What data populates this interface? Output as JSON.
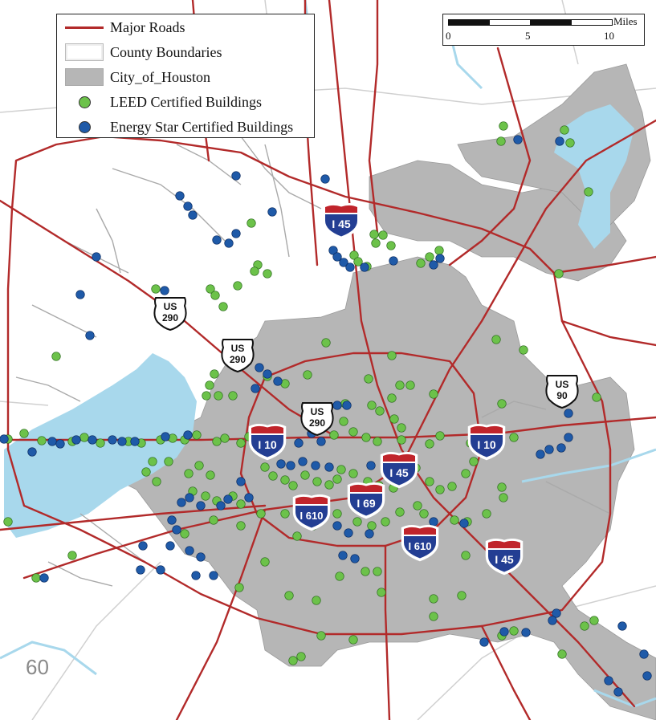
{
  "legend": {
    "roads_label": "Major Roads",
    "county_label": "County Boundaries",
    "city_label": "City_of_Houston",
    "leed_label": "LEED Certified Buildings",
    "energy_label": "Energy Star Certified Buildings"
  },
  "scale": {
    "unit": "Miles",
    "ticks": [
      "0",
      "5",
      "10"
    ]
  },
  "shields": {
    "i45_north": {
      "prefix": "I",
      "number": "45"
    },
    "i45_central": {
      "prefix": "I",
      "number": "45"
    },
    "i45_south": {
      "prefix": "I",
      "number": "45"
    },
    "i10_west": {
      "prefix": "I",
      "number": "10"
    },
    "i10_east": {
      "prefix": "I",
      "number": "10"
    },
    "i69": {
      "prefix": "I",
      "number": "69"
    },
    "i610_west": {
      "prefix": "I",
      "number": "610"
    },
    "i610_south": {
      "prefix": "I",
      "number": "610"
    },
    "us290_a": {
      "prefix": "US",
      "number": "290"
    },
    "us290_b": {
      "prefix": "US",
      "number": "290"
    },
    "us290_c": {
      "prefix": "US",
      "number": "290"
    },
    "us90": {
      "prefix": "US",
      "number": "90"
    }
  },
  "page_number": "60",
  "colors": {
    "road": "#b22a2a",
    "city": "#b6b6b6",
    "water": "#a8d8ec",
    "leed": "#6cc24a",
    "energy_star": "#1f5aa8",
    "interstate_blue": "#233e93",
    "interstate_red": "#c0242b"
  }
}
